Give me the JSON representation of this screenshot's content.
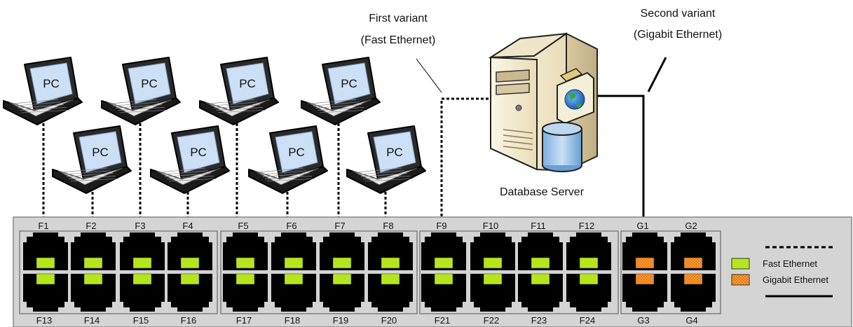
{
  "annotations": {
    "first_variant_line1": "First variant",
    "first_variant_line2": "(Fast Ethernet)",
    "second_variant_line1": "Second variant",
    "second_variant_line2": "(Gigabit Ethernet)",
    "server_label": "Database Server"
  },
  "pc_label": "PC",
  "pc_count": 8,
  "switch": {
    "top_labels": [
      "F1",
      "F2",
      "F3",
      "F4",
      "F5",
      "F6",
      "F7",
      "F8",
      "F9",
      "F10",
      "F11",
      "F12",
      "G1",
      "G2"
    ],
    "bottom_labels": [
      "F13",
      "F14",
      "F15",
      "F16",
      "F17",
      "F18",
      "F19",
      "F20",
      "F21",
      "F22",
      "F23",
      "F24",
      "G3",
      "G4"
    ]
  },
  "legend": {
    "fast_label": "Fast Ethernet",
    "gigabit_label": "Gigabit Ethernet"
  },
  "colors": {
    "fast_port": "#b5e61d",
    "gigabit_port": "#ff9a30",
    "chassis": "#d4d4d4",
    "port_body": "#000000"
  }
}
